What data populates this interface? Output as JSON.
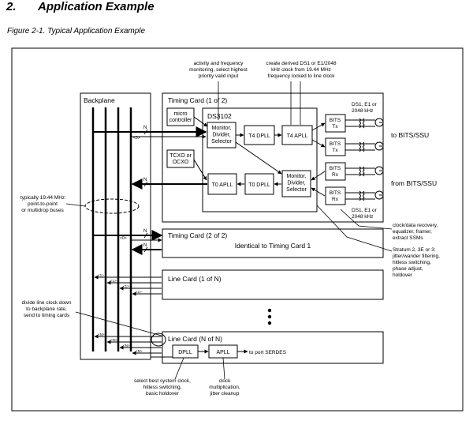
{
  "section": {
    "number": "2.",
    "title": "Application Example"
  },
  "figure_caption": "Figure 2-1. Typical Application Example",
  "backplane": {
    "label": "Backplane"
  },
  "timing_card_1": {
    "title": "Timing Card (1 of 2)",
    "chip": "DS3102",
    "micro_controller": [
      "micro",
      "controller"
    ],
    "tcxo": [
      "TCXO or",
      "OCXO"
    ],
    "monitor_top": [
      "Monitor,",
      "Divider,",
      "Selector"
    ],
    "monitor_bottom": [
      "Monitor,",
      "Divider,",
      "Selector"
    ],
    "t4_dpll": "T4 DPLL",
    "t4_apll": "T4 APLL",
    "t0_apll": "T0 APLL",
    "t0_dpll": "T0 DPLL"
  },
  "bits": [
    {
      "line1": "BITS",
      "line2": "Tx"
    },
    {
      "line1": "BITS",
      "line2": "Tx"
    },
    {
      "line1": "BITS",
      "line2": "Rx"
    },
    {
      "line1": "BITS",
      "line2": "Rx"
    }
  ],
  "bits_freq_top": [
    "DS1, E1 or",
    "2048 kHz"
  ],
  "bits_freq_bottom": [
    "DS1, E1 or",
    "2048 kHz"
  ],
  "to_bits_ssu": "to BITS/SSU",
  "from_bits_ssu": "from BITS/SSU",
  "timing_card_2": {
    "title": "Timing Card (2 of 2)",
    "body": "Identical to Timing Card 1"
  },
  "line_card_1": {
    "title": "Line Card (1 of N)"
  },
  "line_card_n": {
    "title": "Line Card (N of N)",
    "dpll": "DPLL",
    "apll": "APLL",
    "to_serdes": "to port SERDES"
  },
  "annotations": {
    "activity": [
      "activity and frequency",
      "monitoring, select highest",
      "priority valid input"
    ],
    "create": [
      "create derived DS1 or E1/2048",
      "kHz clock from 19.44 MHz",
      "frequency locked to line clock"
    ],
    "buses": [
      "typically 19.44 MHz",
      "point-to-point",
      "or multidrop buses"
    ],
    "clock_recovery": [
      "clock/data recovery,",
      "equalizer, framer,",
      "extract SSMs"
    ],
    "stratum": [
      "Stratum 2, 3E or 3:",
      "jitter/wander filtering,",
      "hitless switching,",
      "phase adjust,",
      "holdover"
    ],
    "divide": [
      "divide line clock down",
      "to backplane rate,",
      "send to timing cards"
    ],
    "select_best": [
      "select best system clock,",
      "hitless switching,",
      "basic holdover"
    ],
    "clock_mult": [
      "clock",
      "multiplication,",
      "jitter cleanup"
    ]
  },
  "signal_labels": {
    "n": "N",
    "rx_n": "<0>",
    "lc1": [
      "<1>",
      "<1>",
      "<1>",
      "<1>"
    ],
    "lcn": [
      "<N>",
      "<N>",
      "<N>",
      "<N>"
    ]
  }
}
